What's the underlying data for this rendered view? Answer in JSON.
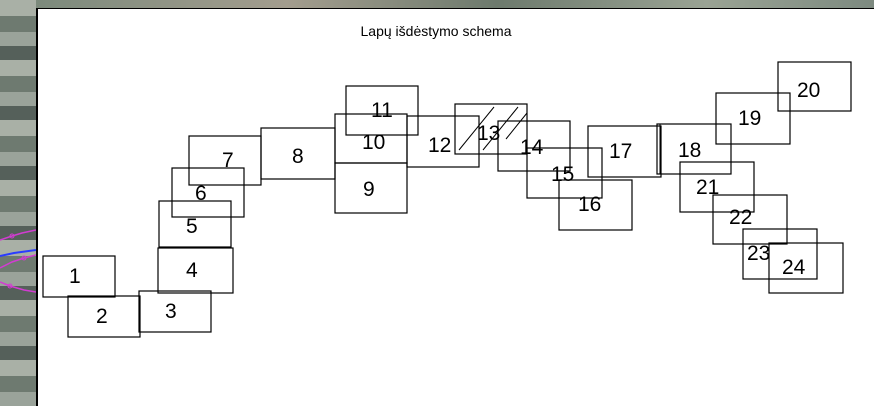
{
  "title": "Lapų išdėstymo schema",
  "sheets": [
    "1",
    "2",
    "3",
    "4",
    "5",
    "6",
    "7",
    "8",
    "9",
    "10",
    "11",
    "12",
    "13",
    "14",
    "15",
    "16",
    "17",
    "18",
    "19",
    "20",
    "21",
    "22",
    "23",
    "24"
  ]
}
